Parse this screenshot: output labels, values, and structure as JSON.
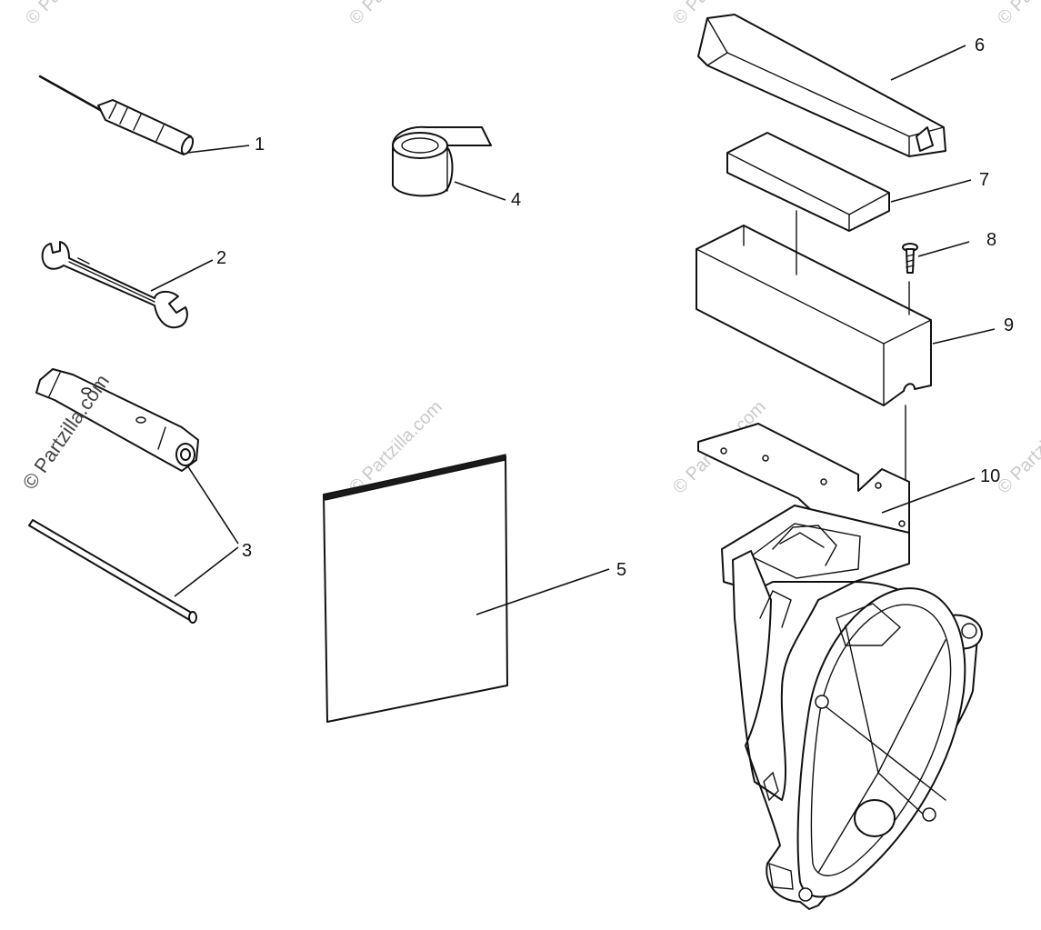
{
  "callouts": [
    {
      "id": "1",
      "label": "1"
    },
    {
      "id": "2",
      "label": "2"
    },
    {
      "id": "3",
      "label": "3"
    },
    {
      "id": "4",
      "label": "4"
    },
    {
      "id": "5",
      "label": "5"
    },
    {
      "id": "6",
      "label": "6"
    },
    {
      "id": "7",
      "label": "7"
    },
    {
      "id": "8",
      "label": "8"
    },
    {
      "id": "9",
      "label": "9"
    },
    {
      "id": "10",
      "label": "10"
    }
  ],
  "watermark": {
    "text": "© Partzilla.com"
  },
  "colors": {
    "line": "#111111",
    "watermark": "#c9c9c9",
    "background": "#ffffff"
  }
}
